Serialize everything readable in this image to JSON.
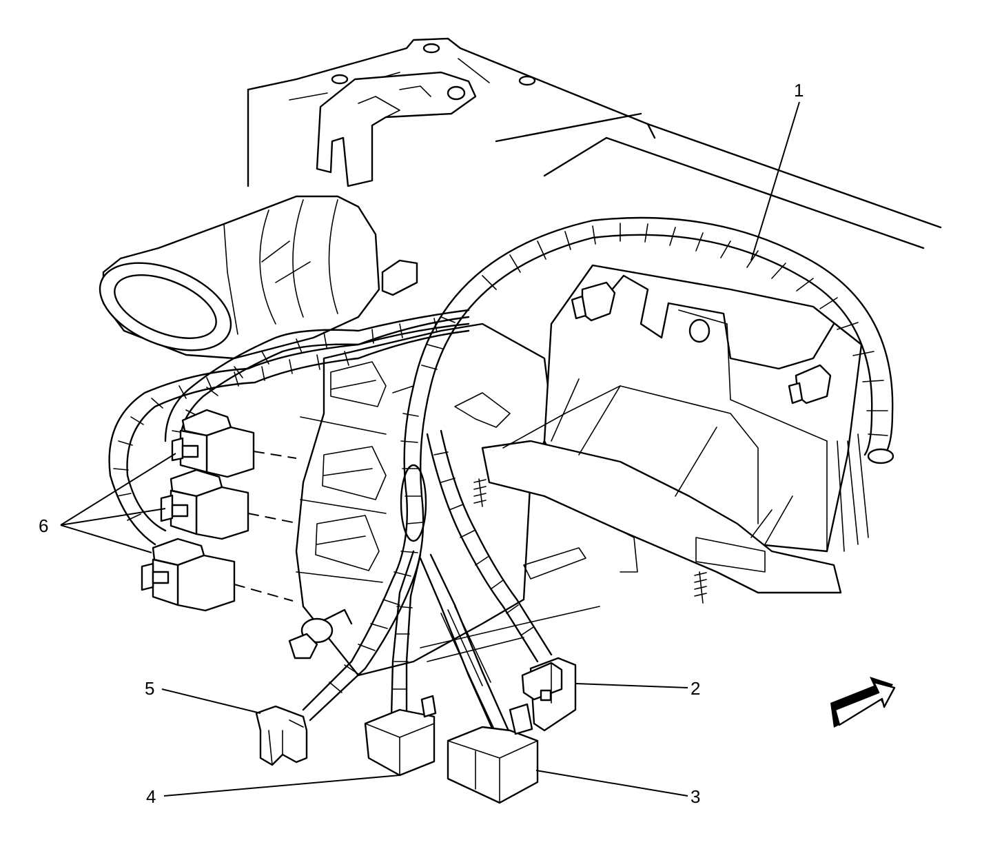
{
  "callouts": {
    "c1": "1",
    "c2": "2",
    "c3": "3",
    "c4": "4",
    "c5": "5",
    "c6": "6"
  },
  "icons": {
    "direction_arrow": "forward-direction-arrow-icon"
  }
}
